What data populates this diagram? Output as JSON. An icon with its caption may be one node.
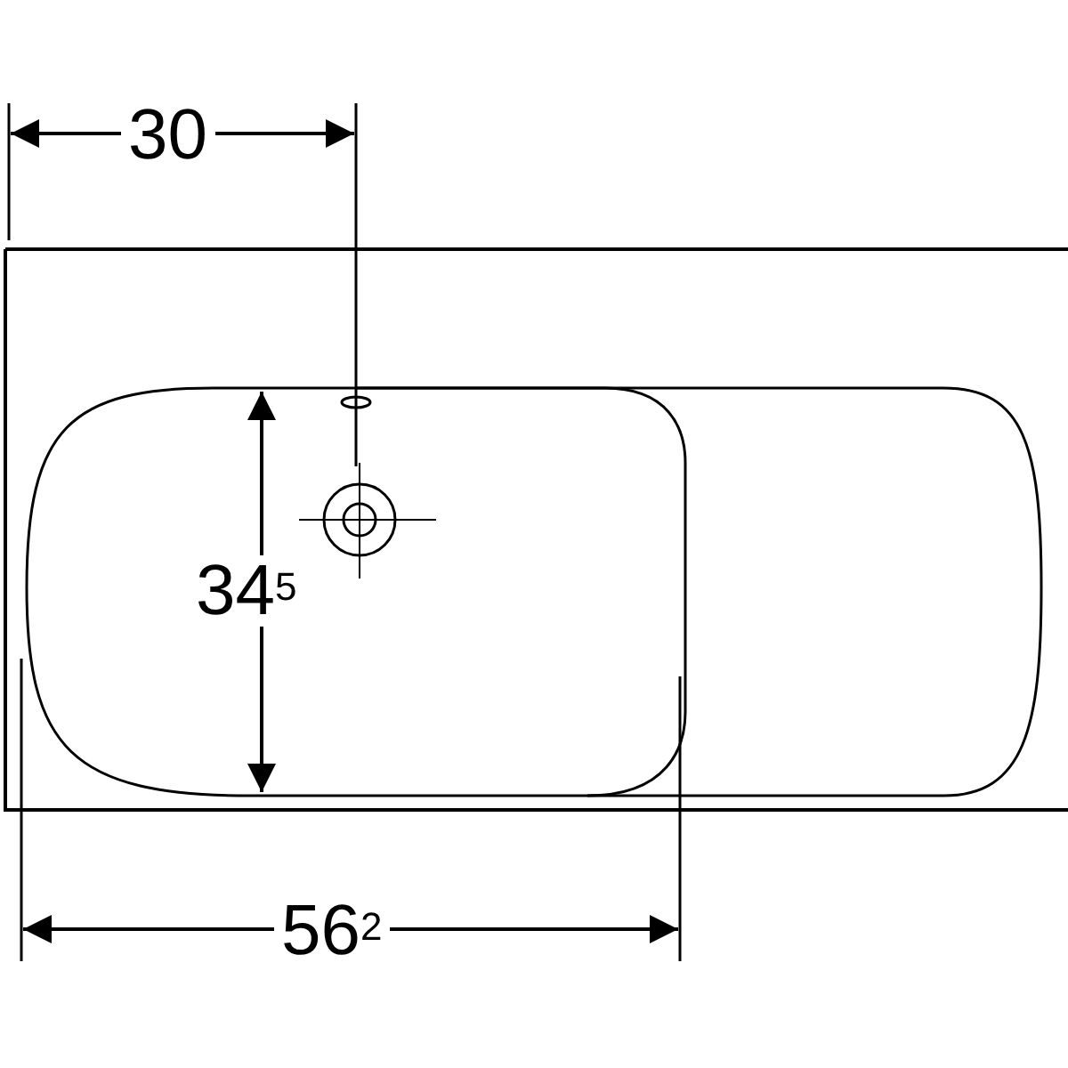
{
  "diagram": {
    "labels": [
      "30",
      "34$^{5}$",
      "56$^{2}$"
    ]
  }
}
